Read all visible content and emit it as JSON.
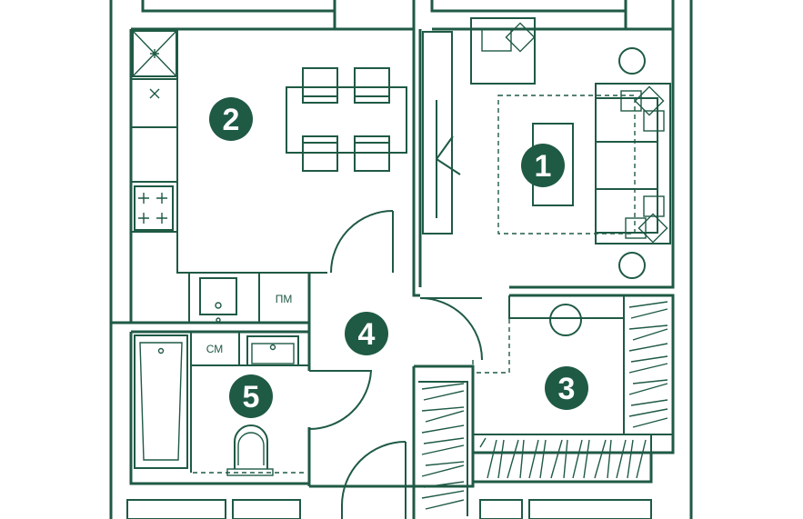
{
  "colors": {
    "line": "#1f5a44",
    "background": "#ffffff"
  },
  "rooms": [
    {
      "id": "living-room",
      "number": "1"
    },
    {
      "id": "kitchen",
      "number": "2"
    },
    {
      "id": "bedroom",
      "number": "3"
    },
    {
      "id": "hallway",
      "number": "4"
    },
    {
      "id": "bathroom",
      "number": "5"
    }
  ],
  "appliances": {
    "dishwasher": "ПМ",
    "washing_machine": "СМ"
  },
  "icons": [
    "sofa-icon",
    "armchair-icon",
    "dining-table-icon",
    "stove-icon",
    "sink-icon",
    "bathtub-icon",
    "toilet-icon",
    "wardrobe-icon",
    "door-swing-icon",
    "plant-icon"
  ]
}
